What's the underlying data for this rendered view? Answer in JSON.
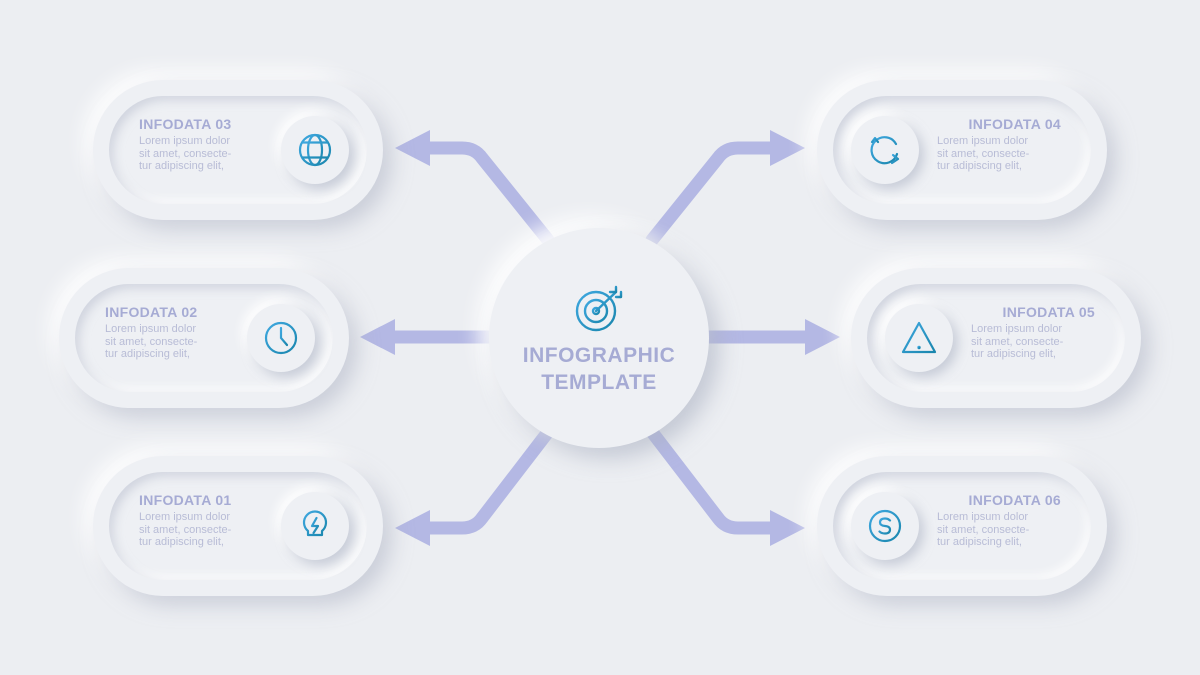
{
  "center": {
    "title_line1": "INFOGRAPHIC",
    "title_line2": "TEMPLATE",
    "icon": "target-icon"
  },
  "items": [
    {
      "id": "01",
      "title": "INFODATA 01",
      "text": "Lorem ipsum dolor\nsit amet, consecte-\ntur adipiscing elit,",
      "icon": "lightbulb-icon"
    },
    {
      "id": "02",
      "title": "INFODATA 02",
      "text": "Lorem ipsum dolor\nsit amet, consecte-\ntur adipiscing elit,",
      "icon": "clock-icon"
    },
    {
      "id": "03",
      "title": "INFODATA 03",
      "text": "Lorem ipsum dolor\nsit amet, consecte-\ntur adipiscing elit,",
      "icon": "globe-icon"
    },
    {
      "id": "04",
      "title": "INFODATA 04",
      "text": "Lorem ipsum dolor\nsit amet, consecte-\ntur adipiscing elit,",
      "icon": "refresh-icon"
    },
    {
      "id": "05",
      "title": "INFODATA 05",
      "text": "Lorem ipsum dolor\nsit amet, consecte-\ntur adipiscing elit,",
      "icon": "warning-icon"
    },
    {
      "id": "06",
      "title": "INFODATA 06",
      "text": "Lorem ipsum dolor\nsit amet, consecte-\ntur adipiscing elit,",
      "icon": "dollar-icon"
    }
  ],
  "colors": {
    "background": "#eceef2",
    "arrow": "#b4b8e4",
    "heading": "#a6abd4",
    "body_text": "#b8bcd6",
    "icon_gradient_start": "#3fa0d8",
    "icon_gradient_end": "#1a8ab0"
  }
}
